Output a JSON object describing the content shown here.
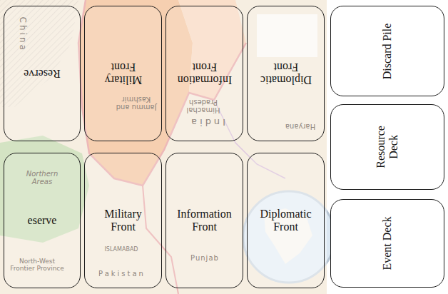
{
  "diagram": {
    "nodes": [
      {
        "text": [
          "Reserve"
        ]
      },
      {
        "text": [
          "Military Front"
        ]
      },
      {
        "text": [
          "Information Front"
        ]
      },
      {
        "text": [
          "Diplomatic Front"
        ]
      },
      {
        "text": [
          "Discard Pile"
        ]
      },
      {
        "text": [
          "eserve"
        ]
      },
      {
        "text": [
          "Military Front"
        ]
      },
      {
        "text": [
          "Information Front"
        ]
      },
      {
        "text": [
          "Diplomatic Front"
        ]
      },
      {
        "text": [
          "Resource Deck"
        ]
      },
      {
        "text": [
          "Event Deck"
        ]
      }
    ],
    "labels": [
      "China",
      "Jammu and Kashmir",
      "Himachal Pradesh",
      "India",
      "Haryana",
      "Northern Areas",
      "ISLAMABAD",
      "Pakistan",
      "Punjab",
      "North-West Frontier Province"
    ]
  }
}
